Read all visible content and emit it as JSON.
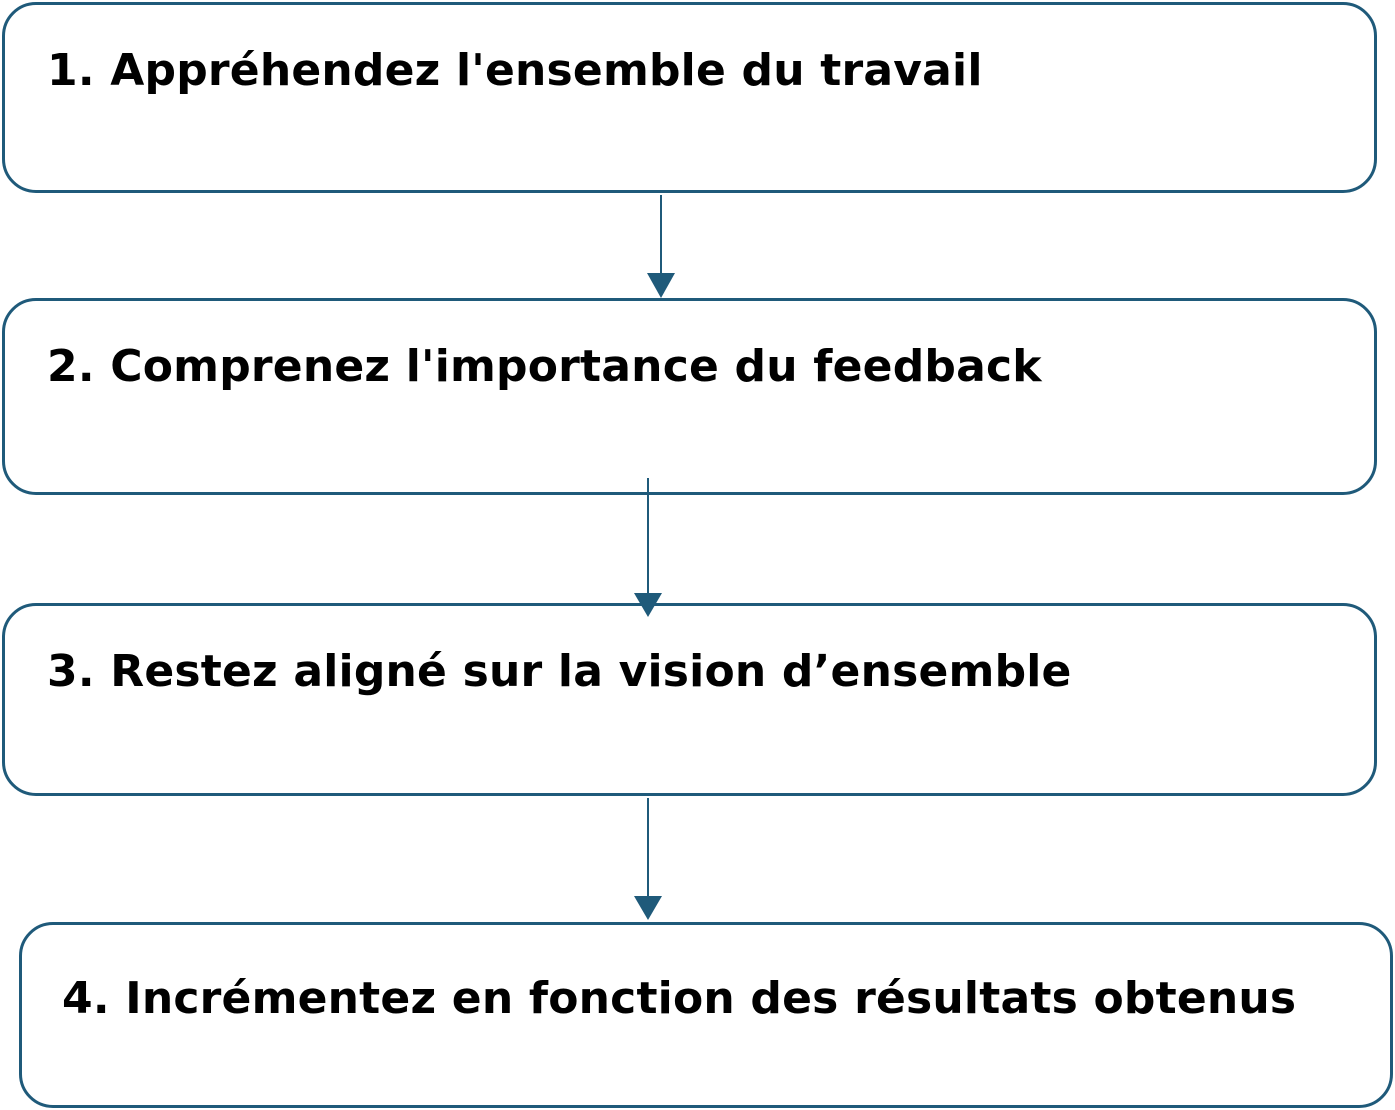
{
  "diagram": {
    "steps": [
      {
        "label": "1. Appréhendez l'ensemble du travail"
      },
      {
        "label": "2. Comprenez l'importance du feedback"
      },
      {
        "label": "3. Restez aligné sur la vision d’ensemble"
      },
      {
        "label": "4. Incrémentez en fonction des résultats obtenus"
      }
    ],
    "colors": {
      "border": "#1f5a7a",
      "arrow": "#1f5a7a",
      "text": "#000000",
      "background": "#ffffff"
    }
  }
}
